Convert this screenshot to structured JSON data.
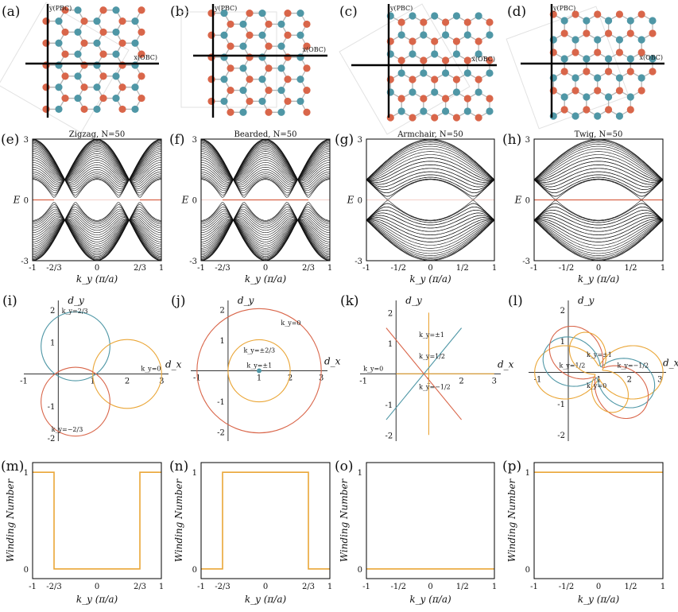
{
  "colors": {
    "red": "#d9664a",
    "blue": "#4f97a6",
    "orange": "#eaa637",
    "grid": "#b5b5b5",
    "band": "#111111"
  },
  "lattice": [
    {
      "label": "(a)",
      "edge": "zigzag",
      "xlabel": "x(OBC)",
      "ylabel": "y(PBC)"
    },
    {
      "label": "(b)",
      "edge": "bearded",
      "xlabel": "x(OBC)",
      "ylabel": "y(PBC)"
    },
    {
      "label": "(c)",
      "edge": "armchair",
      "xlabel": "x(OBC)",
      "ylabel": "y(PBC)"
    },
    {
      "label": "(d)",
      "edge": "twig",
      "xlabel": "x(OBC)",
      "ylabel": "y(PBC)"
    }
  ],
  "chart_data": [
    {
      "panel": "e",
      "label": "(e)",
      "type": "line",
      "title": "Zigzag, N=50",
      "xlabel": "k_y (π/a)",
      "ylabel": "E",
      "xlim": [
        -1,
        1
      ],
      "ylim": [
        -3,
        3
      ],
      "xticks": [
        "-1",
        "-2/3",
        "0",
        "2/3",
        "1"
      ],
      "xtick_values": [
        -1,
        -0.6667,
        0,
        0.6667,
        1
      ],
      "yticks": [
        "3",
        "0",
        "-3"
      ],
      "ytick_values": [
        3,
        0,
        -3
      ],
      "edge_state": "flat zero band for |k_y| > 2/3"
    },
    {
      "panel": "f",
      "label": "(f)",
      "type": "line",
      "title": "Bearded, N=50",
      "xlabel": "k_y (π/a)",
      "ylabel": "E",
      "xlim": [
        -1,
        1
      ],
      "ylim": [
        -3,
        3
      ],
      "xticks": [
        "-1",
        "-2/3",
        "0",
        "2/3",
        "1"
      ],
      "xtick_values": [
        -1,
        -0.6667,
        0,
        0.6667,
        1
      ],
      "yticks": [
        "3",
        "0",
        "-3"
      ],
      "ytick_values": [
        3,
        0,
        -3
      ],
      "edge_state": "flat zero band for |k_y| < 2/3"
    },
    {
      "panel": "g",
      "label": "(g)",
      "type": "line",
      "title": "Armchair, N=50",
      "xlabel": "k_y (π/a)",
      "ylabel": "E",
      "xlim": [
        -1,
        1
      ],
      "ylim": [
        -3,
        3
      ],
      "xticks": [
        "-1",
        "-1/2",
        "0",
        "1/2",
        "1"
      ],
      "xtick_values": [
        -1,
        -0.5,
        0,
        0.5,
        1
      ],
      "yticks": [
        "3",
        "0",
        "-3"
      ],
      "ytick_values": [
        3,
        0,
        -3
      ],
      "edge_state": "none"
    },
    {
      "panel": "h",
      "label": "(h)",
      "type": "line",
      "title": "Twig, N=50",
      "xlabel": "k_y (π/a)",
      "ylabel": "E",
      "xlim": [
        -1,
        1
      ],
      "ylim": [
        -3,
        3
      ],
      "xticks": [
        "-1",
        "-1/2",
        "0",
        "1/2",
        "1"
      ],
      "xtick_values": [
        -1,
        -0.5,
        0,
        0.5,
        1
      ],
      "yticks": [
        "3",
        "0",
        "-3"
      ],
      "ytick_values": [
        3,
        0,
        -3
      ],
      "edge_state": "flat zero band for all k_y"
    },
    {
      "panel": "i",
      "label": "(i)",
      "type": "line",
      "xlabel": "d_x",
      "ylabel": "d_y",
      "xlim": [
        -1,
        3.2
      ],
      "ylim": [
        -2.1,
        2.3
      ],
      "xticks": [
        "-1",
        "1",
        "2",
        "3"
      ],
      "yticks": [
        "2",
        "1",
        "-1",
        "-2"
      ],
      "curves": [
        {
          "kind": "circle",
          "cx": 0.5,
          "cy": 0.866,
          "r": 1,
          "color": "blue",
          "annotation": "k_y=2/3"
        },
        {
          "kind": "circle",
          "cx": 2,
          "cy": 0,
          "r": 1,
          "color": "orange",
          "annotation": "k_y=0"
        },
        {
          "kind": "circle",
          "cx": 0.5,
          "cy": -0.866,
          "r": 1,
          "color": "red",
          "annotation": "k_y=−2/3"
        }
      ]
    },
    {
      "panel": "j",
      "label": "(j)",
      "type": "line",
      "xlabel": "d_x",
      "ylabel": "d_y",
      "xlim": [
        -1.2,
        3.2
      ],
      "ylim": [
        -2.3,
        2.3
      ],
      "xticks": [
        "-1",
        "1",
        "2",
        "3"
      ],
      "yticks": [
        "2",
        "1",
        "-1",
        "-2"
      ],
      "curves": [
        {
          "kind": "circle",
          "cx": 1,
          "cy": 0,
          "r": 2,
          "color": "red",
          "annotation": "k_y=0"
        },
        {
          "kind": "circle",
          "cx": 1,
          "cy": 0,
          "r": 1,
          "color": "orange",
          "annotation": "k_y=±2/3"
        },
        {
          "kind": "point",
          "cx": 1,
          "cy": 0,
          "color": "blue",
          "annotation": "k_y=±1"
        }
      ]
    },
    {
      "panel": "k",
      "label": "(k)",
      "type": "line",
      "xlabel": "d_x",
      "ylabel": "d_y",
      "xlim": [
        -1.1,
        3.2
      ],
      "ylim": [
        -2.2,
        2.4
      ],
      "xticks": [
        "-1",
        "1",
        "2",
        "3"
      ],
      "yticks": [
        "2",
        "1",
        "-1",
        "-2"
      ],
      "curves": [
        {
          "kind": "segment",
          "x1": 0,
          "y1": 0,
          "x2": 3,
          "y2": 0,
          "color": "orange",
          "annotation": "k_y=0"
        },
        {
          "kind": "segment",
          "x1": 1,
          "y1": -2,
          "x2": 1,
          "y2": 2,
          "color": "orange",
          "annotation": "k_y=±1"
        },
        {
          "kind": "segment",
          "x1": -0.3,
          "y1": -1.5,
          "x2": 2.0,
          "y2": 1.5,
          "color": "blue",
          "annotation": "k_y=1/2"
        },
        {
          "kind": "segment",
          "x1": -0.3,
          "y1": 1.5,
          "x2": 2.0,
          "y2": -1.5,
          "color": "red",
          "annotation": "k_y=−1/2"
        }
      ]
    },
    {
      "panel": "l",
      "label": "(l)",
      "type": "line",
      "xlabel": "d_x",
      "ylabel": "d_y",
      "xlim": [
        -1.3,
        3.2
      ],
      "ylim": [
        -2.2,
        2.3
      ],
      "xticks": [
        "-1",
        "1",
        "2",
        "3"
      ],
      "yticks": [
        "2",
        "1",
        "-1",
        "-2"
      ],
      "curves": [
        {
          "kind": "rose",
          "center": [
            1,
            0
          ],
          "radius": 2.1,
          "color": "orange",
          "annotation": "k_y=±1"
        },
        {
          "kind": "rose",
          "center": [
            1,
            0
          ],
          "radius": 1.9,
          "color": "blue",
          "annotation": "k_y=1/2"
        },
        {
          "kind": "rose",
          "center": [
            1,
            0
          ],
          "radius": 1.9,
          "color": "red",
          "annotation": "k_y=−1/2"
        },
        {
          "kind": "rose",
          "center": [
            1,
            0
          ],
          "radius": 1.4,
          "color": "orange",
          "annotation": "k_y=0"
        }
      ]
    },
    {
      "panel": "m",
      "label": "(m)",
      "type": "line",
      "xlabel": "k_y (π/a)",
      "ylabel": "Winding Number",
      "xlim": [
        -1,
        1
      ],
      "ylim": [
        -0.1,
        1.1
      ],
      "xticks": [
        "-1",
        "-2/3",
        "0",
        "2/3",
        "1"
      ],
      "xtick_values": [
        -1,
        -0.6667,
        0,
        0.6667,
        1
      ],
      "yticks": [
        "1",
        "0"
      ],
      "ytick_values": [
        1,
        0
      ],
      "series": [
        {
          "x": [
            -1,
            -0.6667,
            -0.6667,
            0.6667,
            0.6667,
            1
          ],
          "y": [
            1,
            1,
            0,
            0,
            1,
            1
          ]
        }
      ]
    },
    {
      "panel": "n",
      "label": "(n)",
      "type": "line",
      "xlabel": "k_y (π/a)",
      "ylabel": "Winding Number",
      "xlim": [
        -1,
        1
      ],
      "ylim": [
        -0.1,
        1.1
      ],
      "xticks": [
        "-1",
        "-2/3",
        "0",
        "2/3",
        "1"
      ],
      "xtick_values": [
        -1,
        -0.6667,
        0,
        0.6667,
        1
      ],
      "yticks": [
        "1",
        "0"
      ],
      "ytick_values": [
        1,
        0
      ],
      "series": [
        {
          "x": [
            -1,
            -0.6667,
            -0.6667,
            0.6667,
            0.6667,
            1
          ],
          "y": [
            0,
            0,
            1,
            1,
            0,
            0
          ]
        }
      ]
    },
    {
      "panel": "o",
      "label": "(o)",
      "type": "line",
      "xlabel": "k_y (π/a)",
      "ylabel": "Winding Number",
      "xlim": [
        -1,
        1
      ],
      "ylim": [
        -0.1,
        1.1
      ],
      "xticks": [
        "-1",
        "-1/2",
        "0",
        "1/2",
        "1"
      ],
      "xtick_values": [
        -1,
        -0.5,
        0,
        0.5,
        1
      ],
      "yticks": [
        "1",
        "0"
      ],
      "ytick_values": [
        1,
        0
      ],
      "series": [
        {
          "x": [
            -1,
            1
          ],
          "y": [
            0,
            0
          ]
        }
      ]
    },
    {
      "panel": "p",
      "label": "(p)",
      "type": "line",
      "xlabel": "k_y (π/a)",
      "ylabel": "Winding Number",
      "xlim": [
        -1,
        1
      ],
      "ylim": [
        -0.1,
        1.1
      ],
      "xticks": [
        "-1",
        "-1/2",
        "0",
        "1/2",
        "1"
      ],
      "xtick_values": [
        -1,
        -0.5,
        0,
        0.5,
        1
      ],
      "yticks": [
        "1",
        "0"
      ],
      "ytick_values": [
        1,
        0
      ],
      "series": [
        {
          "x": [
            -1,
            1
          ],
          "y": [
            1,
            1
          ]
        }
      ]
    }
  ]
}
